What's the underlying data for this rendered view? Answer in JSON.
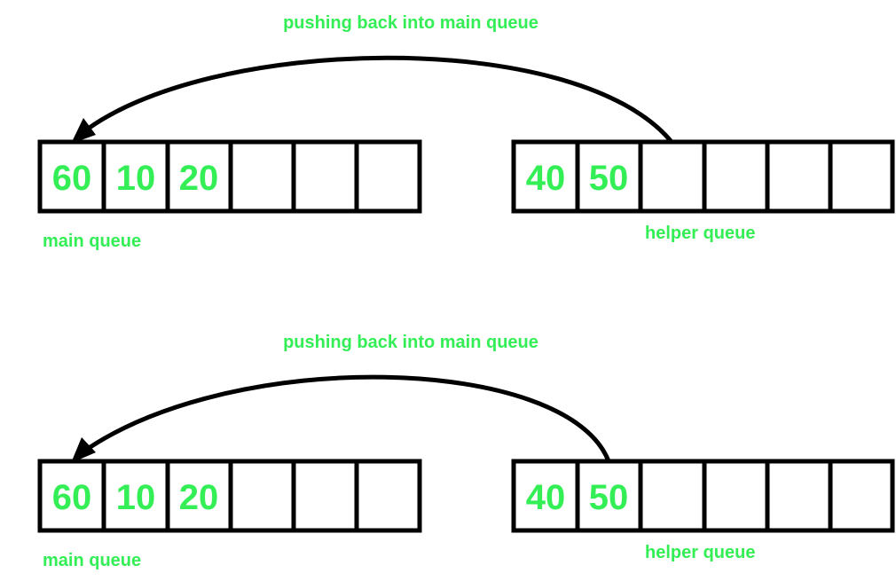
{
  "colors": {
    "text_green": "#33ee55",
    "stroke": "#000000",
    "background": "#ffffff"
  },
  "panels": [
    {
      "caption": "pushing back into main queue",
      "main_queue": {
        "label": "main queue",
        "cells": [
          "60",
          "10",
          "20",
          "",
          "",
          ""
        ]
      },
      "helper_queue": {
        "label": "helper queue",
        "cells": [
          "40",
          "50",
          "",
          "",
          "",
          ""
        ]
      }
    },
    {
      "caption": "pushing back into main queue",
      "main_queue": {
        "label": "main queue",
        "cells": [
          "60",
          "10",
          "20",
          "",
          "",
          ""
        ]
      },
      "helper_queue": {
        "label": "helper queue",
        "cells": [
          "40",
          "50",
          "",
          "",
          "",
          ""
        ]
      }
    }
  ]
}
